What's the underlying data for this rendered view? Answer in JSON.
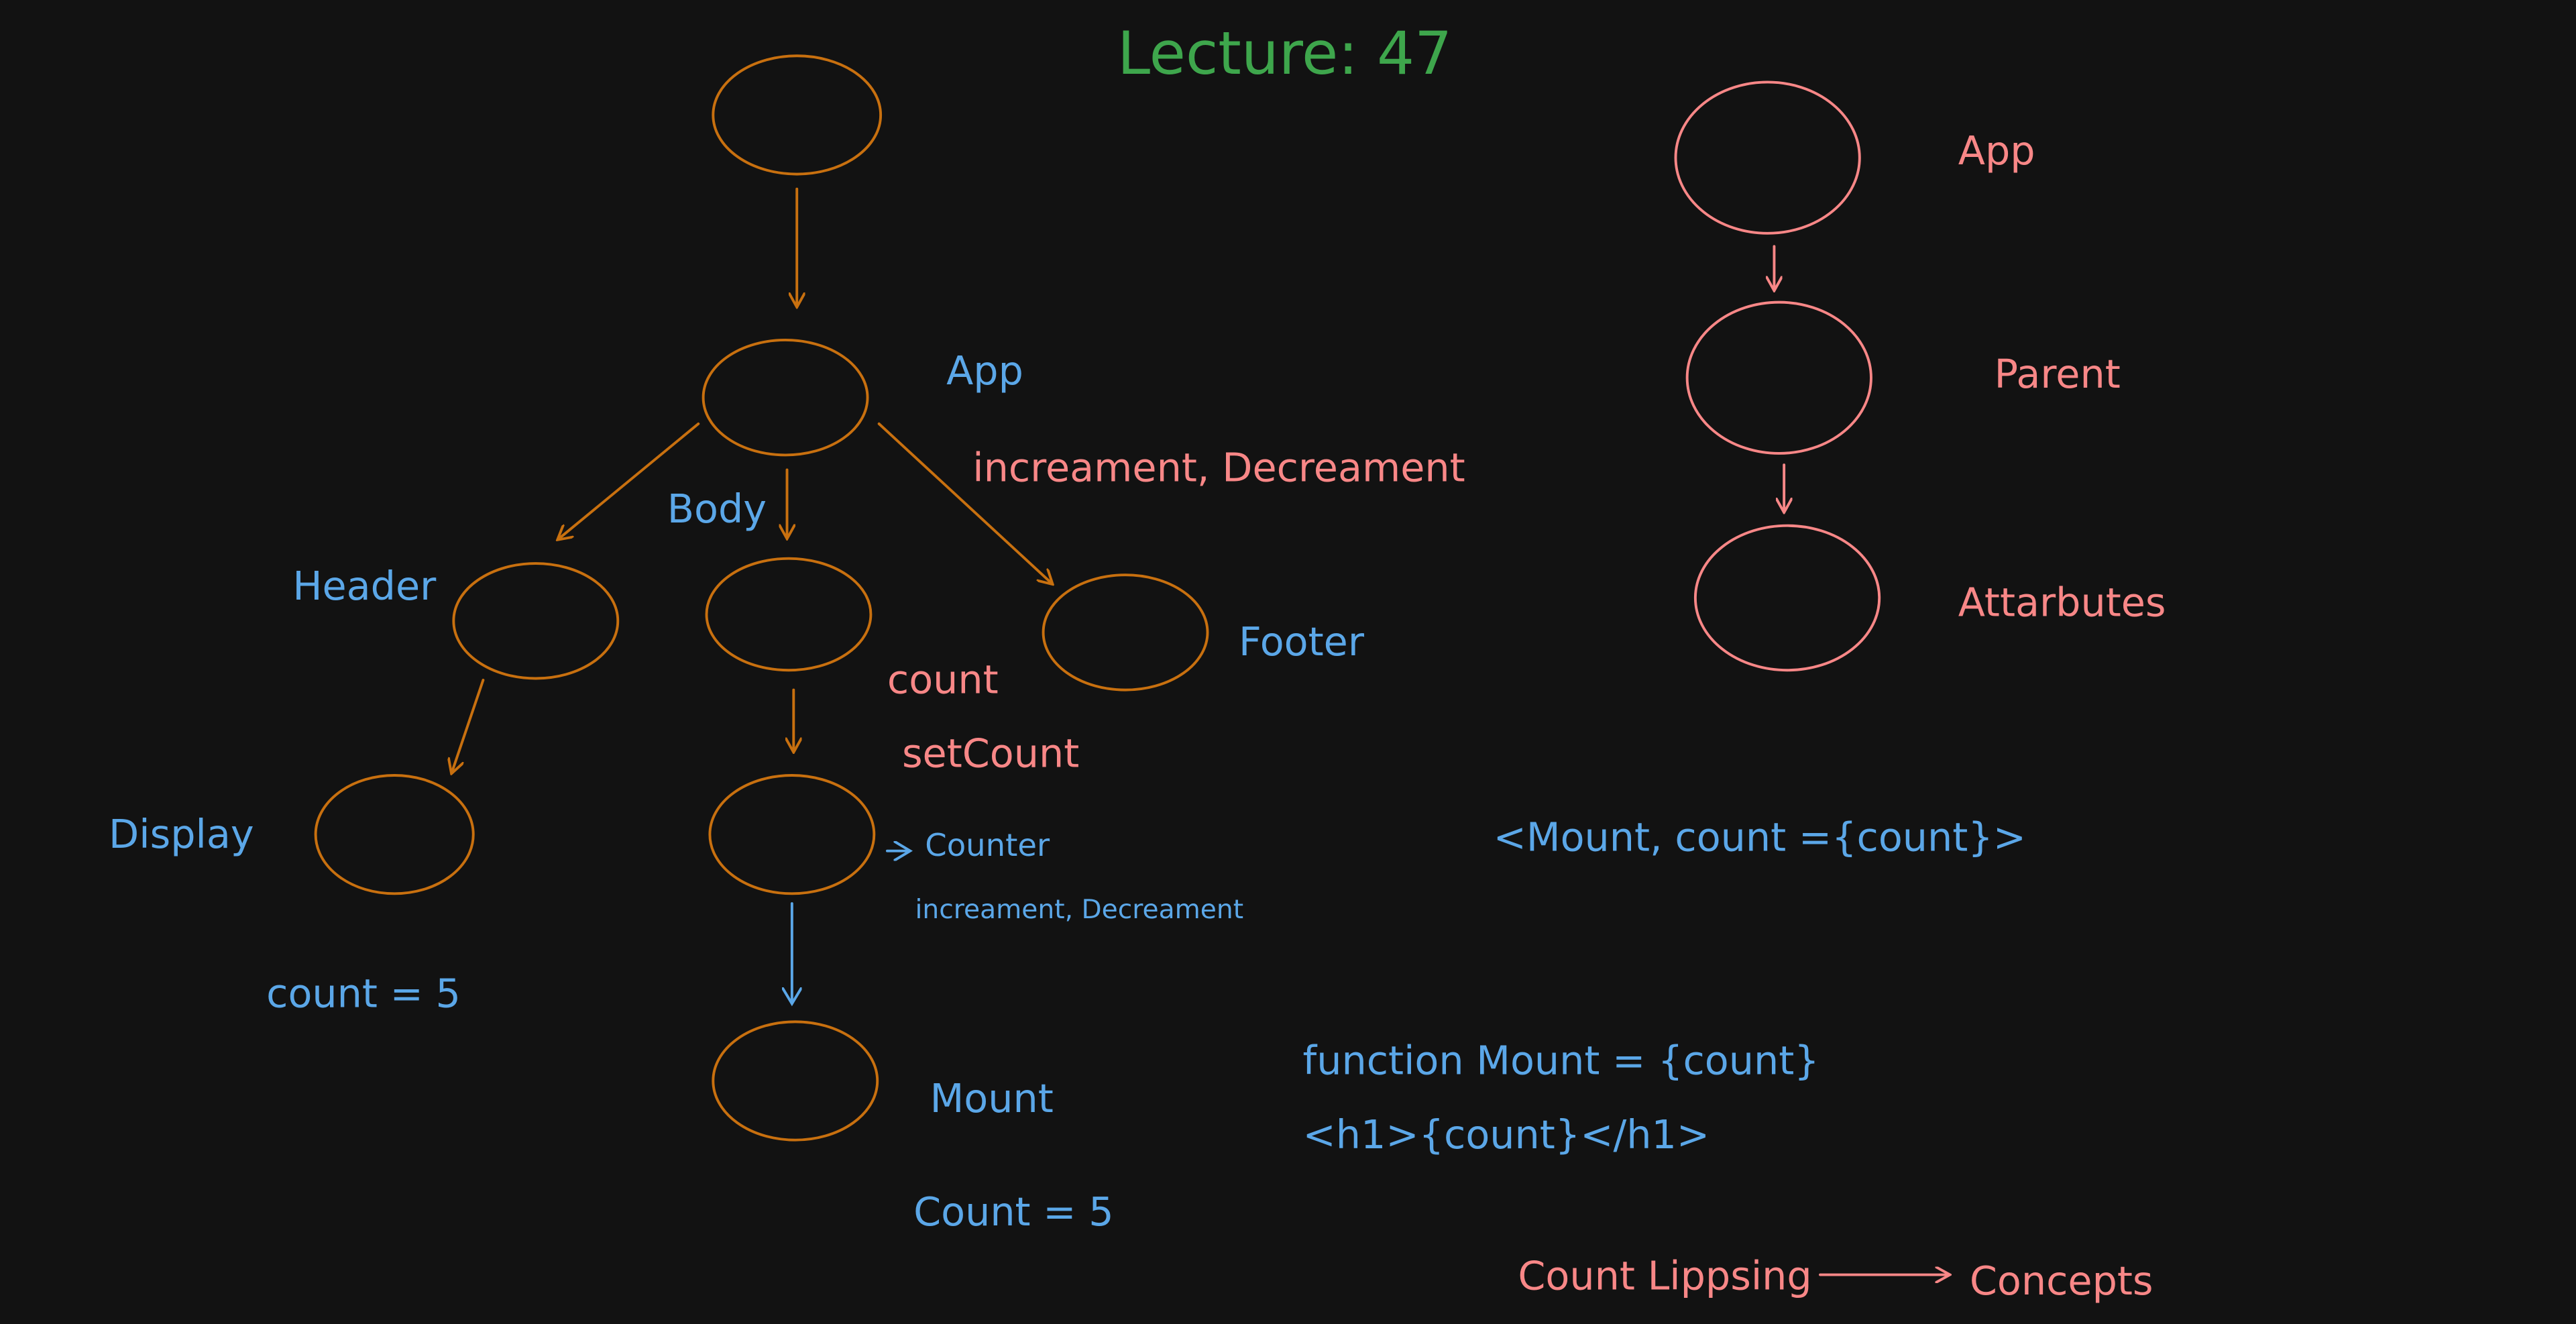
{
  "title": "Lecture: 47",
  "colors": {
    "background": "#121212",
    "blue": "#5ba7e8",
    "red": "#f88787",
    "orange": "#c8700f",
    "green": "#3ea64c"
  },
  "tree": {
    "app": "App",
    "app_props": "increament, Decreament",
    "body": "Body",
    "header": "Header",
    "footer": "Footer",
    "body_state": [
      "count",
      "setCount"
    ],
    "display": "Display",
    "counter": "Counter",
    "counter_props": "increament, Decreament",
    "display_value": "count = 5",
    "mount": "Mount",
    "mount_value": "Count = 5"
  },
  "code": {
    "mount_usage": "<Mount, count ={count}>",
    "function_line": "function Mount = {count}",
    "jsx_line": "<h1>{count}</h1>"
  },
  "chain": [
    "App",
    "Parent",
    "Attarbutes"
  ],
  "footer_note": {
    "left": "Count Lippsing",
    "right": "Concepts"
  }
}
